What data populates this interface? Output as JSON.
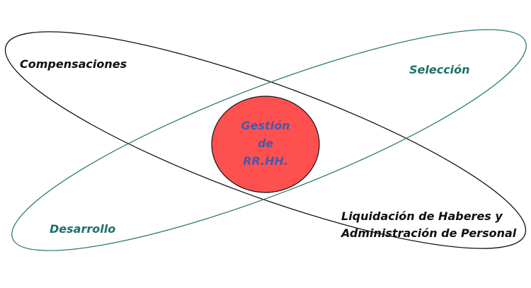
{
  "labels": {
    "compensaciones": "Compensaciones",
    "seleccion": "Selección",
    "desarrollo": "Desarrollo",
    "liquidacion_line1": "Liquidación de Haberes y",
    "liquidacion_line2": "Administración de Personal"
  },
  "center": {
    "line1": "Gestión",
    "line2": "de",
    "line3": "RR.HH."
  },
  "colors": {
    "dark_ellipse": "#111111",
    "teal_ellipse": "#2b7b76",
    "center_fill": "#ff5050",
    "center_text": "#4a58a8",
    "teal_text": "#1f6f6a"
  }
}
